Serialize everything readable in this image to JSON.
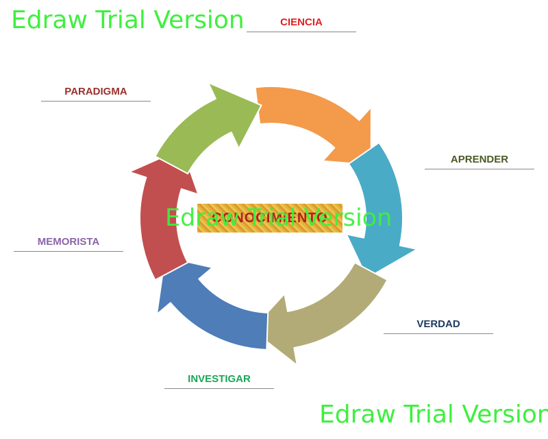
{
  "watermark": "Edraw Trial Version",
  "center_label": "CONOCIMIENTO",
  "cycle": [
    {
      "id": "ciencia",
      "label": "CIENCIA",
      "label_color": "#e02020",
      "arrow_color": "#f39a4b"
    },
    {
      "id": "aprender",
      "label": "APRENDER",
      "label_color": "#4a5a23",
      "arrow_color": "#4aabc6"
    },
    {
      "id": "verdad",
      "label": "VERDAD",
      "label_color": "#1f3a60",
      "arrow_color": "#b2ab78"
    },
    {
      "id": "investigar",
      "label": "INVESTIGAR",
      "label_color": "#1aa656",
      "arrow_color": "#4e7db8"
    },
    {
      "id": "memorista",
      "label": "MEMORISTA",
      "label_color": "#8a64a8",
      "arrow_color": "#c24f4f"
    },
    {
      "id": "paradigma",
      "label": "PARADIGMA",
      "label_color": "#9a3030",
      "arrow_color": "#9aba55"
    }
  ]
}
